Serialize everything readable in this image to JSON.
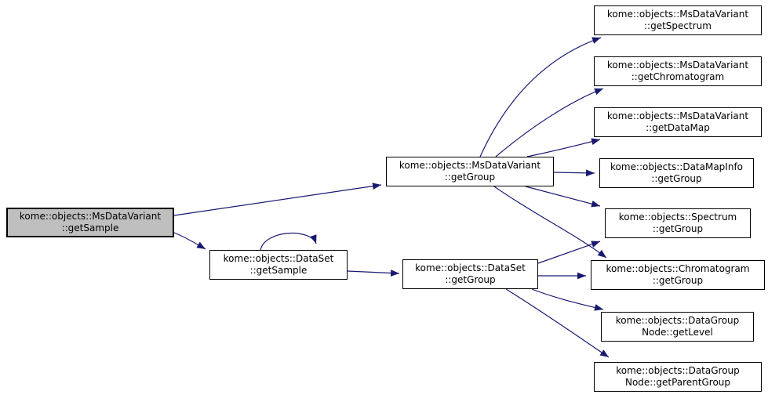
{
  "diagram": {
    "type": "call-graph",
    "colors": {
      "edge": "#191970",
      "node_border": "#000000",
      "node_fill": "#ffffff",
      "highlight_fill": "#bfbfbf",
      "text": "#000000",
      "background": "#ffffff"
    },
    "nodes": [
      {
        "id": "msdatavariant-getsample",
        "line1": "kome::objects::MsDataVariant",
        "line2": "::getSample",
        "highlighted": true
      },
      {
        "id": "dataset-getsample",
        "line1": "kome::objects::DataSet",
        "line2": "::getSample",
        "highlighted": false
      },
      {
        "id": "msdatavariant-getgroup",
        "line1": "kome::objects::MsDataVariant",
        "line2": "::getGroup",
        "highlighted": false
      },
      {
        "id": "dataset-getgroup",
        "line1": "kome::objects::DataSet",
        "line2": "::getGroup",
        "highlighted": false
      },
      {
        "id": "msdatavariant-getspectrum",
        "line1": "kome::objects::MsDataVariant",
        "line2": "::getSpectrum",
        "highlighted": false
      },
      {
        "id": "msdatavariant-getchromatogram",
        "line1": "kome::objects::MsDataVariant",
        "line2": "::getChromatogram",
        "highlighted": false
      },
      {
        "id": "msdatavariant-getdatamap",
        "line1": "kome::objects::MsDataVariant",
        "line2": "::getDataMap",
        "highlighted": false
      },
      {
        "id": "datamapinfo-getgroup",
        "line1": "kome::objects::DataMapInfo",
        "line2": "::getGroup",
        "highlighted": false
      },
      {
        "id": "spectrum-getgroup",
        "line1": "kome::objects::Spectrum",
        "line2": "::getGroup",
        "highlighted": false
      },
      {
        "id": "chromatogram-getgroup",
        "line1": "kome::objects::Chromatogram",
        "line2": "::getGroup",
        "highlighted": false
      },
      {
        "id": "datagroupnode-getlevel",
        "line1": "kome::objects::DataGroup",
        "line2": "Node::getLevel",
        "highlighted": false
      },
      {
        "id": "datagroupnode-getparentgroup",
        "line1": "kome::objects::DataGroup",
        "line2": "Node::getParentGroup",
        "highlighted": false
      }
    ],
    "edges": [
      {
        "from": "msdatavariant-getsample",
        "to": "msdatavariant-getgroup"
      },
      {
        "from": "msdatavariant-getsample",
        "to": "dataset-getsample"
      },
      {
        "from": "dataset-getsample",
        "to": "dataset-getsample"
      },
      {
        "from": "dataset-getsample",
        "to": "dataset-getgroup"
      },
      {
        "from": "msdatavariant-getgroup",
        "to": "msdatavariant-getspectrum"
      },
      {
        "from": "msdatavariant-getgroup",
        "to": "msdatavariant-getchromatogram"
      },
      {
        "from": "msdatavariant-getgroup",
        "to": "msdatavariant-getdatamap"
      },
      {
        "from": "msdatavariant-getgroup",
        "to": "datamapinfo-getgroup"
      },
      {
        "from": "msdatavariant-getgroup",
        "to": "spectrum-getgroup"
      },
      {
        "from": "msdatavariant-getgroup",
        "to": "chromatogram-getgroup"
      },
      {
        "from": "dataset-getgroup",
        "to": "spectrum-getgroup"
      },
      {
        "from": "dataset-getgroup",
        "to": "chromatogram-getgroup"
      },
      {
        "from": "dataset-getgroup",
        "to": "datagroupnode-getlevel"
      },
      {
        "from": "dataset-getgroup",
        "to": "datagroupnode-getparentgroup"
      }
    ]
  }
}
